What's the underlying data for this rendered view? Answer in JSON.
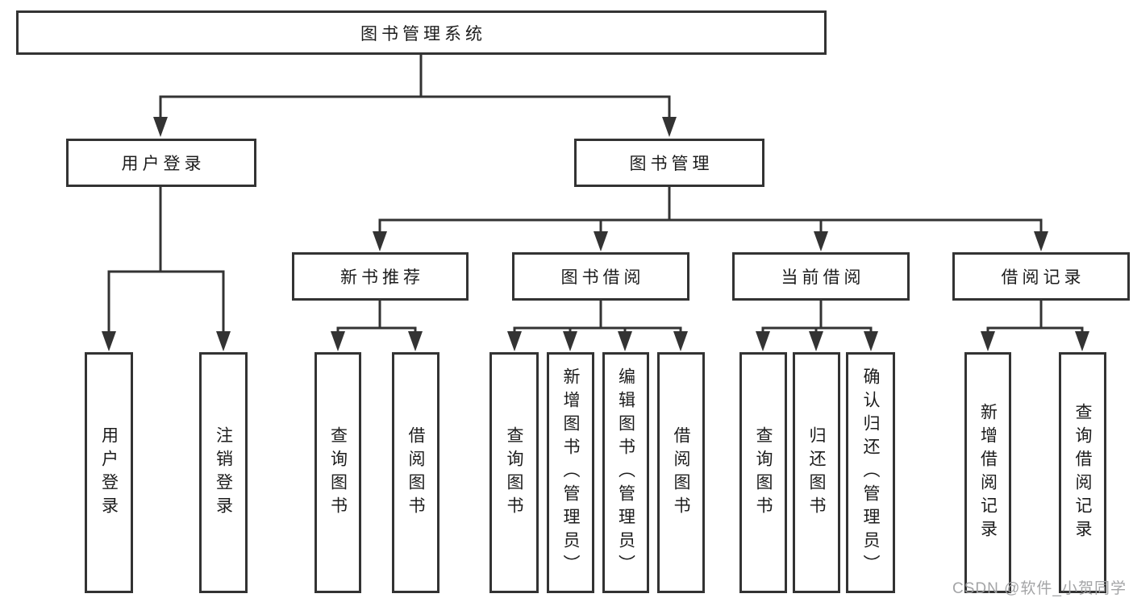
{
  "colors": {
    "background": "#ffffff",
    "box_border": "#333333",
    "connector": "#333333",
    "text": "#1c1c1c",
    "watermark": "#9fa0a2"
  },
  "nodes": {
    "root": {
      "label": "图书管理系统"
    },
    "level2": [
      {
        "label": "用户登录"
      },
      {
        "label": "图书管理"
      }
    ],
    "level3": [
      {
        "label": "新书推荐"
      },
      {
        "label": "图书借阅"
      },
      {
        "label": "当前借阅"
      },
      {
        "label": "借阅记录"
      }
    ],
    "leaves": {
      "userLogin": [
        {
          "label": "用户登录"
        },
        {
          "label": "注销登录"
        }
      ],
      "newBook": [
        {
          "label": "查询图书"
        },
        {
          "label": "借阅图书"
        }
      ],
      "bookBorrow": [
        {
          "label": "查询图书"
        },
        {
          "label": "新增图书（管理员）"
        },
        {
          "label": "编辑图书（管理员）"
        },
        {
          "label": "借阅图书"
        }
      ],
      "currentBorrow": [
        {
          "label": "查询图书"
        },
        {
          "label": "归还图书"
        },
        {
          "label": "确认归还（管理员）"
        }
      ],
      "borrowRecord": [
        {
          "label": "新增借阅记录"
        },
        {
          "label": "查询借阅记录"
        }
      ]
    }
  },
  "watermark": {
    "text": "CSDN @软件_小贺同学"
  }
}
